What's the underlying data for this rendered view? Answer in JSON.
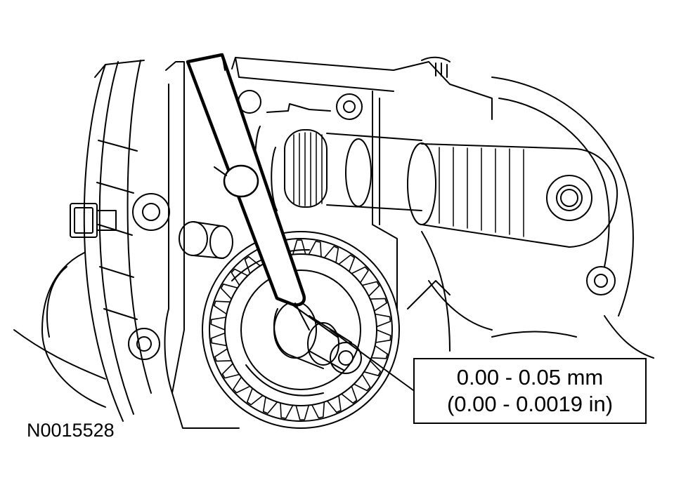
{
  "callout": {
    "metric": "0.00 - 0.05 mm",
    "imperial": "(0.00 - 0.0019 in)"
  },
  "figure_id": "N0015528",
  "colors": {
    "ink": "#000000",
    "paper": "#ffffff"
  }
}
